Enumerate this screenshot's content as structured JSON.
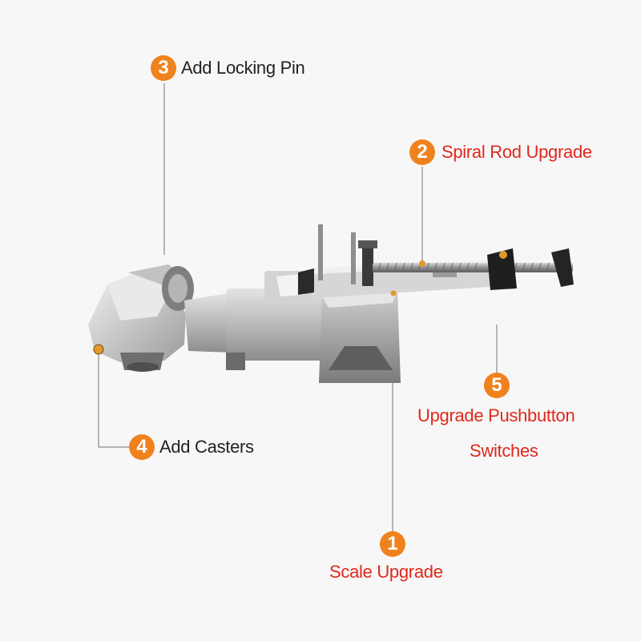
{
  "colors": {
    "badge": "#f0821e",
    "label_dark": "#222222",
    "label_red": "#e0281c",
    "leader_line": "#8a8a8a",
    "background": "#f7f7f7"
  },
  "callouts": {
    "locking_pin": {
      "number": "3",
      "label": "Add Locking Pin"
    },
    "spiral_rod": {
      "number": "2",
      "label": "Spiral Rod Upgrade"
    },
    "pushbutton": {
      "number": "5",
      "label_line1": "Upgrade Pushbutton",
      "label_line2": "Switches"
    },
    "casters": {
      "number": "4",
      "label": "Add Casters"
    },
    "scale": {
      "number": "1",
      "label": "Scale Upgrade"
    }
  }
}
